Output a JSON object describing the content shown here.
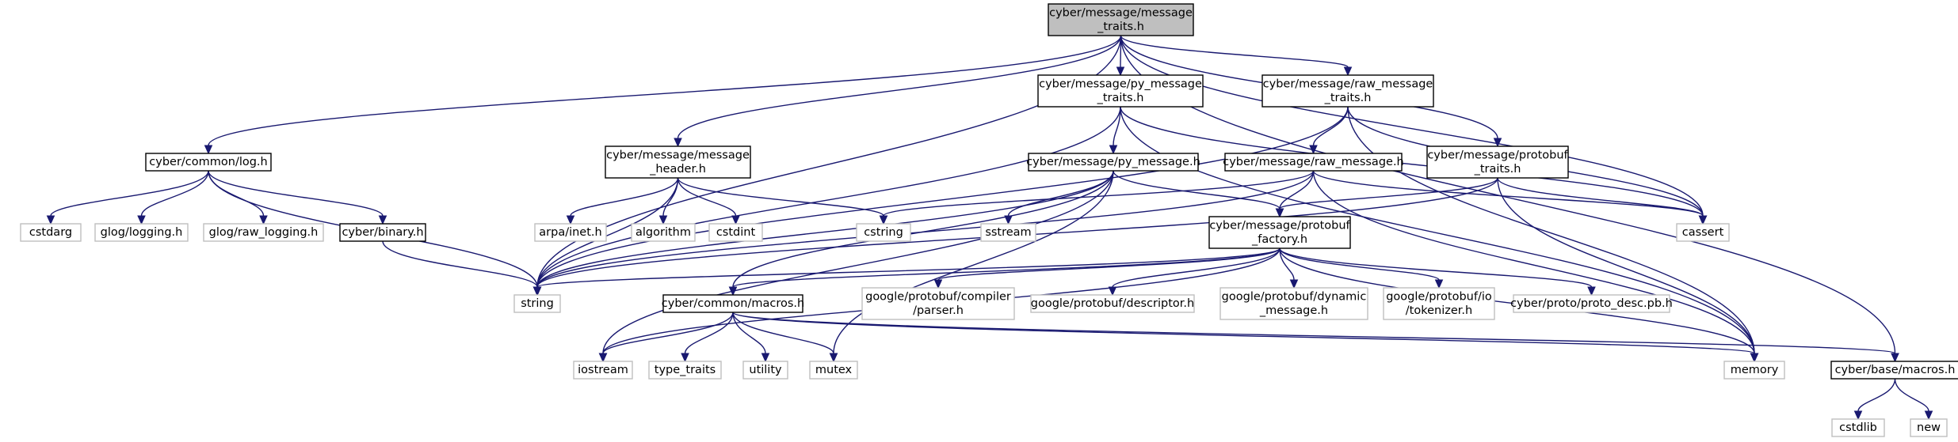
{
  "colors": {
    "edge": "#191970",
    "root_fill": "#bfbfbf",
    "local_border": "#000000",
    "system_border": "#bfbfbf",
    "background": "#ffffff"
  },
  "nodes": [
    {
      "id": "message_traits",
      "lines": [
        "cyber/message/message",
        "_traits.h"
      ],
      "kind": "root"
    },
    {
      "id": "common_log",
      "lines": [
        "cyber/common/log.h"
      ],
      "kind": "local"
    },
    {
      "id": "message_header",
      "lines": [
        "cyber/message/message",
        "_header.h"
      ],
      "kind": "local"
    },
    {
      "id": "py_message_traits",
      "lines": [
        "cyber/message/py_message",
        "_traits.h"
      ],
      "kind": "local"
    },
    {
      "id": "raw_message_traits",
      "lines": [
        "cyber/message/raw_message",
        "_traits.h"
      ],
      "kind": "local"
    },
    {
      "id": "base_macros",
      "lines": [
        "cyber/base/macros.h"
      ],
      "kind": "local"
    },
    {
      "id": "cstdarg",
      "lines": [
        "cstdarg"
      ],
      "kind": "system"
    },
    {
      "id": "glog_logging",
      "lines": [
        "glog/logging.h"
      ],
      "kind": "system"
    },
    {
      "id": "glog_raw_logging",
      "lines": [
        "glog/raw_logging.h"
      ],
      "kind": "system"
    },
    {
      "id": "binary",
      "lines": [
        "cyber/binary.h"
      ],
      "kind": "local"
    },
    {
      "id": "string",
      "lines": [
        "string"
      ],
      "kind": "system"
    },
    {
      "id": "arpa_inet",
      "lines": [
        "arpa/inet.h"
      ],
      "kind": "system"
    },
    {
      "id": "algorithm",
      "lines": [
        "algorithm"
      ],
      "kind": "system"
    },
    {
      "id": "cstdint",
      "lines": [
        "cstdint"
      ],
      "kind": "system"
    },
    {
      "id": "cstring",
      "lines": [
        "cstring"
      ],
      "kind": "system"
    },
    {
      "id": "py_message",
      "lines": [
        "cyber/message/py_message.h"
      ],
      "kind": "local"
    },
    {
      "id": "raw_message",
      "lines": [
        "cyber/message/raw_message.h"
      ],
      "kind": "local"
    },
    {
      "id": "protobuf_traits",
      "lines": [
        "cyber/message/protobuf",
        "_traits.h"
      ],
      "kind": "local"
    },
    {
      "id": "sstream",
      "lines": [
        "sstream"
      ],
      "kind": "system"
    },
    {
      "id": "protobuf_factory",
      "lines": [
        "cyber/message/protobuf",
        "_factory.h"
      ],
      "kind": "local"
    },
    {
      "id": "cassert",
      "lines": [
        "cassert"
      ],
      "kind": "system"
    },
    {
      "id": "common_macros",
      "lines": [
        "cyber/common/macros.h"
      ],
      "kind": "local"
    },
    {
      "id": "pb_compiler_parser",
      "lines": [
        "google/protobuf/compiler",
        "/parser.h"
      ],
      "kind": "system"
    },
    {
      "id": "pb_descriptor",
      "lines": [
        "google/protobuf/descriptor.h"
      ],
      "kind": "system"
    },
    {
      "id": "pb_dynamic_message",
      "lines": [
        "google/protobuf/dynamic",
        "_message.h"
      ],
      "kind": "system"
    },
    {
      "id": "pb_io_tokenizer",
      "lines": [
        "google/protobuf/io",
        "/tokenizer.h"
      ],
      "kind": "system"
    },
    {
      "id": "proto_desc",
      "lines": [
        "cyber/proto/proto_desc.pb.h"
      ],
      "kind": "system"
    },
    {
      "id": "iostream",
      "lines": [
        "iostream"
      ],
      "kind": "system"
    },
    {
      "id": "type_traits",
      "lines": [
        "type_traits"
      ],
      "kind": "system"
    },
    {
      "id": "utility",
      "lines": [
        "utility"
      ],
      "kind": "system"
    },
    {
      "id": "mutex",
      "lines": [
        "mutex"
      ],
      "kind": "system"
    },
    {
      "id": "memory",
      "lines": [
        "memory"
      ],
      "kind": "system"
    },
    {
      "id": "cstdlib",
      "lines": [
        "cstdlib"
      ],
      "kind": "system"
    },
    {
      "id": "new",
      "lines": [
        "new"
      ],
      "kind": "system"
    }
  ],
  "edges": [
    [
      "message_traits",
      "common_log"
    ],
    [
      "message_traits",
      "string"
    ],
    [
      "message_traits",
      "message_header"
    ],
    [
      "message_traits",
      "py_message_traits"
    ],
    [
      "message_traits",
      "raw_message_traits"
    ],
    [
      "message_traits",
      "protobuf_traits"
    ],
    [
      "message_traits",
      "cassert"
    ],
    [
      "message_traits",
      "base_macros"
    ],
    [
      "common_log",
      "cstdarg"
    ],
    [
      "common_log",
      "glog_logging"
    ],
    [
      "common_log",
      "glog_raw_logging"
    ],
    [
      "common_log",
      "binary"
    ],
    [
      "common_log",
      "string"
    ],
    [
      "binary",
      "string"
    ],
    [
      "message_header",
      "string"
    ],
    [
      "message_header",
      "arpa_inet"
    ],
    [
      "message_header",
      "algorithm"
    ],
    [
      "message_header",
      "cstdint"
    ],
    [
      "message_header",
      "cstring"
    ],
    [
      "py_message_traits",
      "py_message"
    ],
    [
      "py_message_traits",
      "string"
    ],
    [
      "py_message_traits",
      "cassert"
    ],
    [
      "py_message_traits",
      "memory"
    ],
    [
      "raw_message_traits",
      "raw_message"
    ],
    [
      "raw_message_traits",
      "string"
    ],
    [
      "raw_message_traits",
      "cassert"
    ],
    [
      "raw_message_traits",
      "memory"
    ],
    [
      "py_message",
      "string"
    ],
    [
      "py_message",
      "sstream"
    ],
    [
      "py_message",
      "protobuf_factory"
    ],
    [
      "py_message",
      "common_macros"
    ],
    [
      "py_message",
      "mutex"
    ],
    [
      "py_message",
      "iostream"
    ],
    [
      "raw_message",
      "cstring"
    ],
    [
      "raw_message",
      "protobuf_factory"
    ],
    [
      "raw_message",
      "string"
    ],
    [
      "raw_message",
      "cassert"
    ],
    [
      "raw_message",
      "memory"
    ],
    [
      "protobuf_traits",
      "protobuf_factory"
    ],
    [
      "protobuf_traits",
      "string"
    ],
    [
      "protobuf_traits",
      "cassert"
    ],
    [
      "protobuf_traits",
      "memory"
    ],
    [
      "protobuf_factory",
      "string"
    ],
    [
      "protobuf_factory",
      "common_macros"
    ],
    [
      "protobuf_factory",
      "iostream"
    ],
    [
      "protobuf_factory",
      "pb_compiler_parser"
    ],
    [
      "protobuf_factory",
      "pb_descriptor"
    ],
    [
      "protobuf_factory",
      "pb_dynamic_message"
    ],
    [
      "protobuf_factory",
      "pb_io_tokenizer"
    ],
    [
      "protobuf_factory",
      "proto_desc"
    ],
    [
      "protobuf_factory",
      "memory"
    ],
    [
      "common_macros",
      "iostream"
    ],
    [
      "common_macros",
      "type_traits"
    ],
    [
      "common_macros",
      "utility"
    ],
    [
      "common_macros",
      "mutex"
    ],
    [
      "common_macros",
      "memory"
    ],
    [
      "common_macros",
      "base_macros"
    ],
    [
      "base_macros",
      "cstdlib"
    ],
    [
      "base_macros",
      "new"
    ]
  ]
}
